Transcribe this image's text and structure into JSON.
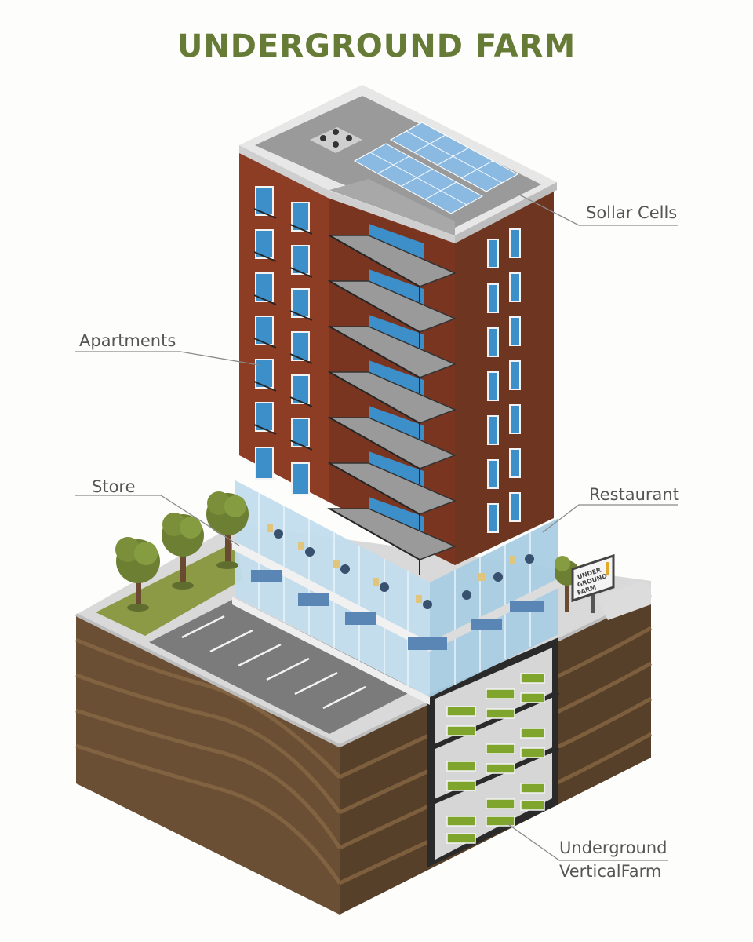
{
  "title": "UNDERGROUND FARM",
  "labels": {
    "solar": "Sollar Cells",
    "apartments": "Apartments",
    "store": "Store",
    "restaurant": "Restaurant",
    "farm_line1": "Underground",
    "farm_line2": "VerticalFarm"
  },
  "sign": {
    "line1": "UNDER",
    "line2": "GROUND",
    "line3": "FARM"
  },
  "colors": {
    "title": "#667b36",
    "brick_front": "#8c3d24",
    "brick_side": "#6e3620",
    "glass": "#bcd9ec",
    "soil": "#5e4630",
    "grass": "#8c9a46",
    "asphalt": "#7d7d7d",
    "plants": "#7fa52c"
  }
}
